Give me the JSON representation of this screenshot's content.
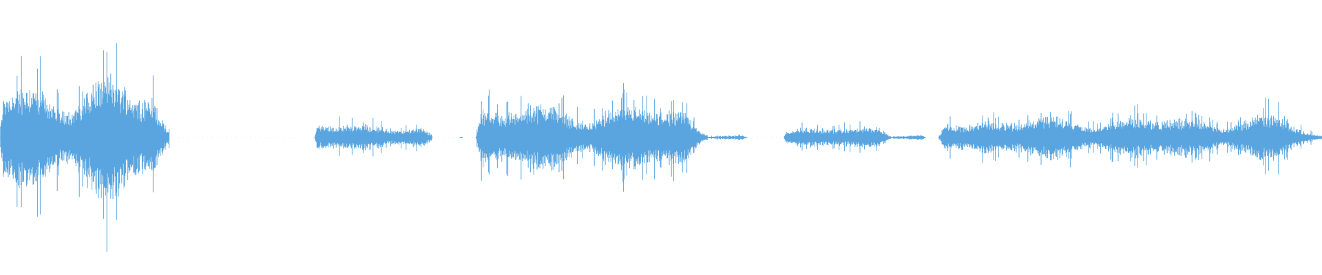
{
  "waveform": {
    "color": "#5aa5df",
    "background": "#ffffff",
    "segments": [
      {
        "start": 0.0,
        "end": 0.128,
        "amplitude": 0.88
      },
      {
        "start": 0.238,
        "end": 0.327,
        "amplitude": 0.22
      },
      {
        "start": 0.348,
        "end": 0.35,
        "amplitude": 0.02
      },
      {
        "start": 0.36,
        "end": 0.535,
        "amplitude": 0.5
      },
      {
        "start": 0.535,
        "end": 0.565,
        "amplitude": 0.03
      },
      {
        "start": 0.593,
        "end": 0.675,
        "amplitude": 0.16
      },
      {
        "start": 0.675,
        "end": 0.7,
        "amplitude": 0.04
      },
      {
        "start": 0.71,
        "end": 1.0,
        "amplitude": 0.32
      }
    ]
  }
}
